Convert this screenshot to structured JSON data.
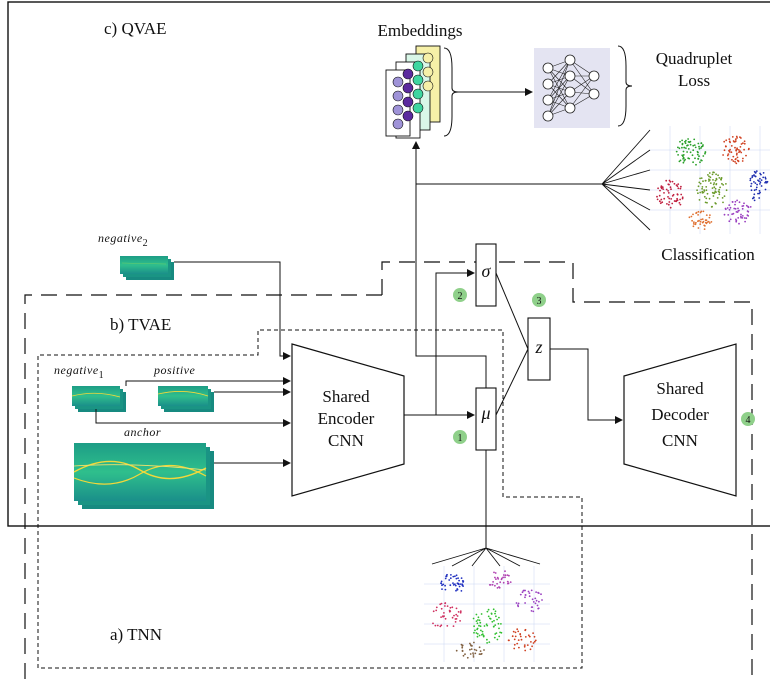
{
  "regions": {
    "qvae": "c) QVAE",
    "tvae": "b) TVAE",
    "tnn": "a) TNN"
  },
  "inputs": {
    "negative2": "negative",
    "negative2_sub": "2",
    "negative1": "negative",
    "negative1_sub": "1",
    "positive": "positive",
    "anchor": "anchor"
  },
  "encoder": [
    "Shared",
    "Encoder",
    "CNN"
  ],
  "decoder": [
    "Shared",
    "Decoder",
    "CNN"
  ],
  "latent": {
    "mu": "μ",
    "sigma": "σ",
    "z": "z"
  },
  "steps": [
    "1",
    "2",
    "3",
    "4"
  ],
  "embeddings_label": "Embeddings",
  "loss_label": [
    "Quadruplet",
    "Loss"
  ],
  "classification_label": "Classification",
  "colors": {
    "spectrogram_bg": "#1fa88a",
    "spectrogram_line": "#f2d83a",
    "step_badge": "#8fd08a",
    "embedding_purple": "#5b2a9e",
    "embedding_green": "#3fd6a0",
    "embedding_yellow": "#f6f0a8",
    "embedding_lavender": "#9f93d8",
    "nn_panel": "#e4e4f2"
  }
}
